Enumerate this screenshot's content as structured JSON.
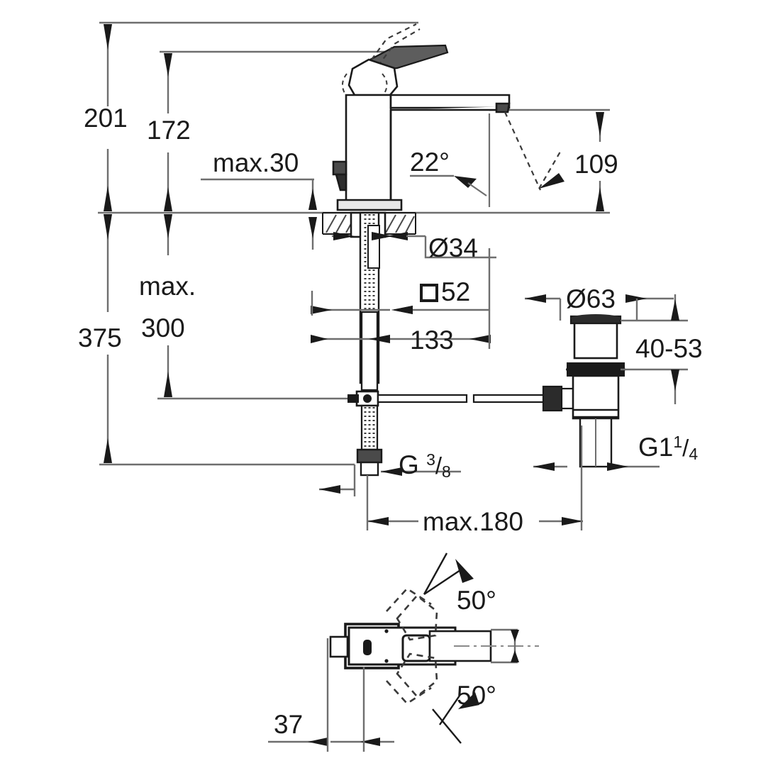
{
  "drawing": {
    "title": "Single-lever basin mixer dimensional drawing",
    "units": "mm",
    "line_color": "#6e6e6e",
    "ink_color": "#1a1a1a",
    "background": "#ffffff"
  },
  "dimensions": {
    "total_height": "201",
    "spout_height": "172",
    "max_counter_thickness": "max.30",
    "spout_angle": "22°",
    "spout_outlet_height": "109",
    "shank_diameter": "Ø34",
    "base_square": "52",
    "base_square_symbol": "□",
    "spout_reach": "133",
    "overall_depth": "375",
    "max_supply_reach": "max.",
    "max_supply_reach_value": "300",
    "waste_flange_diameter": "Ø63",
    "waste_adjust_range": "40-53",
    "waste_thread": "G1",
    "waste_thread_num": "1",
    "waste_thread_den": "4",
    "supply_thread": "G",
    "supply_thread_num": "3",
    "supply_thread_den": "8",
    "max_rod_length": "max.180",
    "swivel_angle_upper": "50°",
    "swivel_angle_lower": "50°",
    "body_depth_top": "37"
  }
}
